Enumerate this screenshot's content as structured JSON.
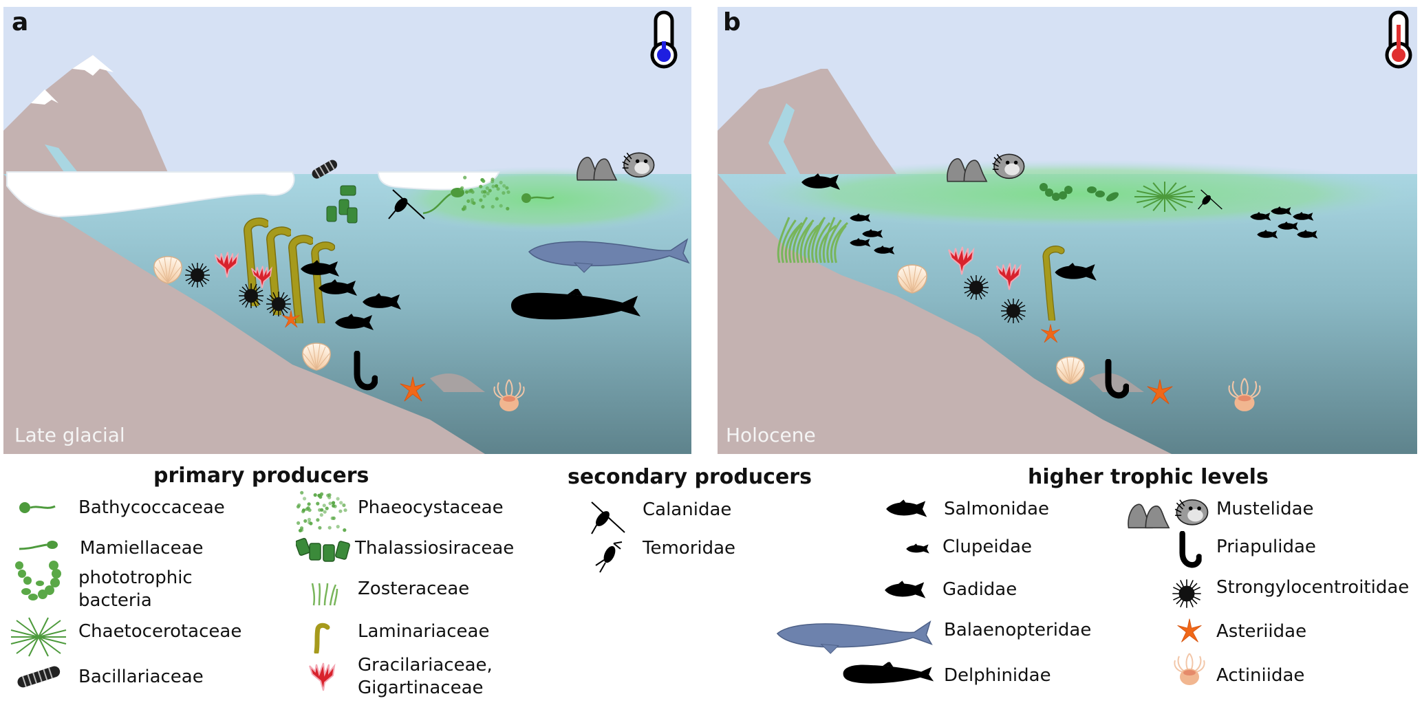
{
  "panels": [
    {
      "letter": "a",
      "era": "Late glacial",
      "thermometer": "cold-thermometer-icon",
      "bulb_color": "#1f1fe0"
    },
    {
      "letter": "b",
      "era": "Holocene",
      "thermometer": "warm-thermometer-icon",
      "bulb_color": "#e03030"
    }
  ],
  "colors": {
    "sky": "#d6e1f4",
    "land": "#c4b2b1",
    "water_top": "#a9d6e2",
    "water_bottom": "#5e838c",
    "bloom": "#8fdc96",
    "kelp": "#a69a1c",
    "red_algae": "#d8222c",
    "starfish": "#f06818",
    "whale": "#6d82ad"
  },
  "legend": {
    "primary": {
      "title": "primary producers",
      "items": [
        {
          "label": "Bathycoccaceae",
          "icon": "bathycoccaceae-icon"
        },
        {
          "label": "Mamiellaceae",
          "icon": "mamiellaceae-icon"
        },
        {
          "label": "phototrophic",
          "label2": "bacteria",
          "icon": "phototrophic-bacteria-icon"
        },
        {
          "label": "Chaetocerotaceae",
          "icon": "chaetocerotaceae-icon"
        },
        {
          "label": "Bacillariaceae",
          "icon": "bacillariaceae-icon"
        },
        {
          "label": "Phaeocystaceae",
          "icon": "phaeocystaceae-icon"
        },
        {
          "label": "Thalassiosiraceae",
          "icon": "thalassiosiraceae-icon"
        },
        {
          "label": "Zosteraceae",
          "icon": "zosteraceae-icon"
        },
        {
          "label": "Laminariaceae",
          "icon": "laminariaceae-icon"
        },
        {
          "label": "Gracilariaceae,",
          "label2": "Gigartinaceae",
          "icon": "red-algae-icon"
        }
      ]
    },
    "secondary": {
      "title": "secondary producers",
      "items": [
        {
          "label": "Calanidae",
          "icon": "calanidae-icon"
        },
        {
          "label": "Temoridae",
          "icon": "temoridae-icon"
        }
      ]
    },
    "higher": {
      "title": "higher trophic levels",
      "items": [
        {
          "label": "Salmonidae",
          "icon": "salmon-icon"
        },
        {
          "label": "Clupeidae",
          "icon": "herring-icon"
        },
        {
          "label": "Gadidae",
          "icon": "cod-icon"
        },
        {
          "label": "Balaenopteridae",
          "icon": "whale-icon"
        },
        {
          "label": "Delphinidae",
          "icon": "dolphin-icon"
        },
        {
          "label": "Mustelidae",
          "icon": "otter-icon"
        },
        {
          "label": "Priapulidae",
          "icon": "priapulid-icon"
        },
        {
          "label": "Strongylocentroitidae",
          "icon": "urchin-icon"
        },
        {
          "label": "Asteriidae",
          "icon": "starfish-icon"
        },
        {
          "label": "Actiniidae",
          "icon": "anemone-icon"
        }
      ]
    }
  }
}
